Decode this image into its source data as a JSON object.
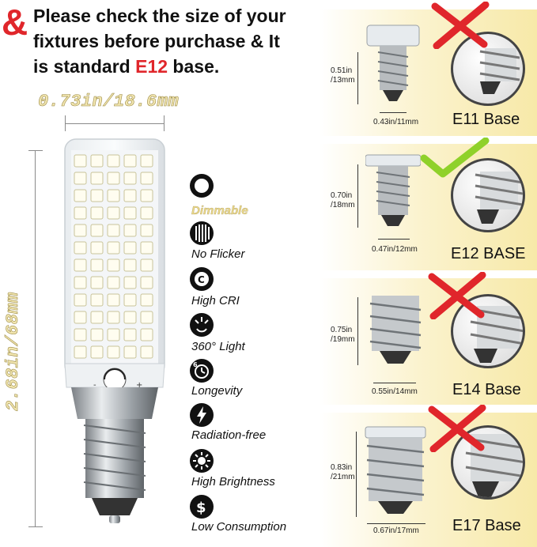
{
  "header": {
    "ampersand": "&",
    "line1": "Please check the size of your",
    "line2": "fixtures before purchase & It",
    "line3_prefix": "is standard ",
    "line3_highlight": "E12",
    "line3_suffix": " base."
  },
  "bulb": {
    "width_label": "0.73in/18.6mm",
    "height_label": "2.68in/68mm",
    "dimmer_minus": "-",
    "dimmer_plus": "+"
  },
  "features": [
    {
      "icon": "dimmable-icon",
      "label": "Dimmable"
    },
    {
      "icon": "no-flicker-icon",
      "label": "No Flicker"
    },
    {
      "icon": "high-cri-icon",
      "label": "High CRI"
    },
    {
      "icon": "light-360-icon",
      "label": "360° Light"
    },
    {
      "icon": "longevity-icon",
      "label": "Longevity"
    },
    {
      "icon": "lightning-icon",
      "label": "Radiation-free"
    },
    {
      "icon": "brightness-icon",
      "label": "High Brightness"
    },
    {
      "icon": "dollar-icon",
      "label": "Low Consumption"
    }
  ],
  "bases": [
    {
      "name": "E11 Base",
      "height_in": "0.51in",
      "height_mm": "/13mm",
      "width": "0.43in/11mm",
      "status": "rejected"
    },
    {
      "name": "E12 BASE",
      "height_in": "0.70in",
      "height_mm": "/18mm",
      "width": "0.47in/12mm",
      "status": "approved"
    },
    {
      "name": "E14 Base",
      "height_in": "0.75in",
      "height_mm": "/19mm",
      "width": "0.55in/14mm",
      "status": "rejected"
    },
    {
      "name": "E17 Base",
      "height_in": "0.83in",
      "height_mm": "/21mm",
      "width": "0.67in/17mm",
      "status": "rejected"
    }
  ],
  "colors": {
    "accent_red": "#e0262b",
    "check_green": "#8fd12a",
    "panel_gold": "#f7e9a8"
  }
}
